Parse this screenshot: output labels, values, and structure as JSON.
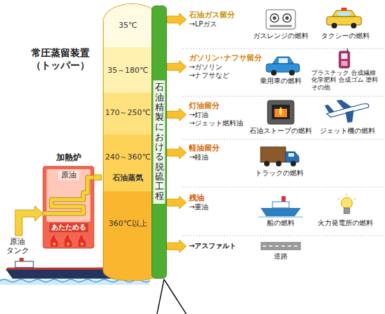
{
  "diagram": {
    "nodes": [
      {
        "text": [
          "常圧蒸留装置 （トッパー）"
        ]
      },
      {
        "text": [
          "35℃"
        ],
        "in": 0
      },
      {
        "text": [
          "35～180℃"
        ],
        "in": 0
      },
      {
        "text": [
          "170～250℃"
        ],
        "in": 0
      },
      {
        "text": [
          "240～360℃",
          "石油蒸気"
        ],
        "in": 0
      },
      {
        "text": [
          "360℃以上"
        ],
        "in": 0
      },
      {
        "text": [
          "石油精製における脱硫工程"
        ]
      },
      {
        "text": [
          "加熱炉",
          "原油",
          "あたためる"
        ]
      },
      {
        "text": [
          "石油ガス留分",
          "→LPガス"
        ]
      },
      {
        "text": [
          "ガソリン･ナフサ留分",
          "→ガソリン",
          "→ナフサなど"
        ]
      },
      {
        "text": [
          "灯油留分",
          "→灯油",
          "→ジェット燃料油"
        ]
      },
      {
        "text": [
          "軽油留分",
          "→軽油"
        ]
      },
      {
        "text": [
          "残油",
          "→重油"
        ]
      },
      {
        "text": [
          "→アスファルト"
        ]
      }
    ],
    "edges": [
      {
        "from": 7,
        "to": 0,
        "arrow": "none"
      },
      {
        "from": 6,
        "to": 8,
        "arrow": "to"
      },
      {
        "from": 6,
        "to": 9,
        "arrow": "to"
      },
      {
        "from": 6,
        "to": 10,
        "arrow": "to"
      },
      {
        "from": 6,
        "to": 11,
        "arrow": "to"
      },
      {
        "from": 6,
        "to": 12,
        "arrow": "to"
      },
      {
        "from": 6,
        "to": 13,
        "arrow": "to"
      }
    ],
    "labels": [
      "原油 タンク",
      "ガスレンジの燃料",
      "タクシーの燃料",
      "乗用車の燃料",
      "プラスチック 合成繊維 化学肥料 合成ゴム 塗料 その他",
      "石油ストーブの燃料",
      "ジェット機の燃料",
      "トラックの燃料",
      "船の燃料",
      "火力発電所の燃料",
      "道路"
    ]
  }
}
